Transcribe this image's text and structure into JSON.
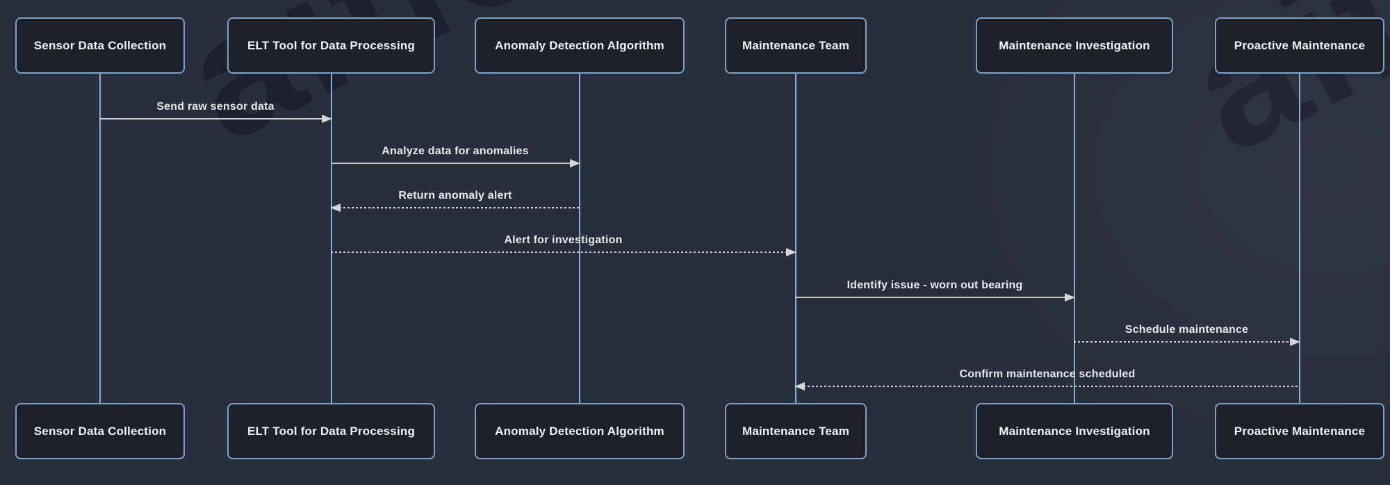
{
  "diagram": {
    "type": "sequence-diagram",
    "watermark": "aiflow",
    "colors": {
      "background": "#292e3c",
      "actor_fill": "#1d212a",
      "actor_border": "#7ba2c8",
      "lifeline": "#87aed5",
      "arrow": "#c9c9c9",
      "text": "#e9e9e9"
    },
    "actors": [
      {
        "label": "Sensor Data Collection"
      },
      {
        "label": "ELT Tool for Data Processing"
      },
      {
        "label": "Anomaly Detection Algorithm"
      },
      {
        "label": "Maintenance Team"
      },
      {
        "label": "Maintenance Investigation"
      },
      {
        "label": "Proactive Maintenance"
      }
    ],
    "messages": [
      {
        "label": "Send raw sensor data",
        "from": "Sensor Data Collection",
        "to": "ELT Tool for Data Processing",
        "line": "solid",
        "direction": "right"
      },
      {
        "label": "Analyze data for anomalies",
        "from": "ELT Tool for Data Processing",
        "to": "Anomaly Detection Algorithm",
        "line": "solid",
        "direction": "right"
      },
      {
        "label": "Return anomaly alert",
        "from": "Anomaly Detection Algorithm",
        "to": "ELT Tool for Data Processing",
        "line": "dotted",
        "direction": "left"
      },
      {
        "label": "Alert for investigation",
        "from": "ELT Tool for Data Processing",
        "to": "Maintenance Team",
        "line": "dotted",
        "direction": "right"
      },
      {
        "label": "Identify issue - worn out bearing",
        "from": "Maintenance Team",
        "to": "Maintenance Investigation",
        "line": "solid",
        "direction": "right"
      },
      {
        "label": "Schedule maintenance",
        "from": "Maintenance Investigation",
        "to": "Proactive Maintenance",
        "line": "dotted",
        "direction": "right"
      },
      {
        "label": "Confirm maintenance scheduled",
        "from": "Proactive Maintenance",
        "to": "Maintenance Team",
        "line": "dotted",
        "direction": "left"
      }
    ]
  }
}
